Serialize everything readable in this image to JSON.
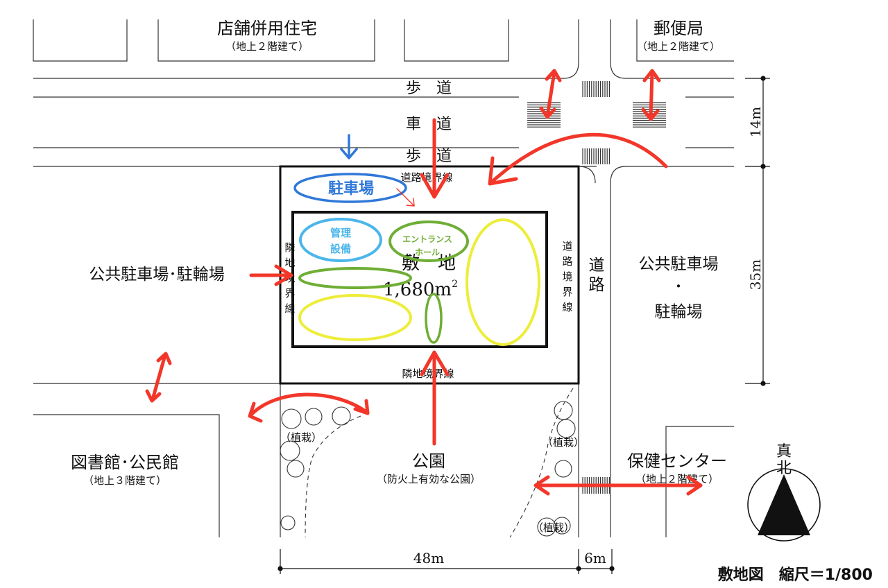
{
  "buildings": {
    "shop_house": {
      "name": "店舗併用住宅",
      "floors": "（地上２階建て）"
    },
    "post_office": {
      "name": "郵便局",
      "floors": "（地上２階建て）"
    },
    "library": {
      "name": "図書館･公民館",
      "floors": "（地上３階建て）"
    },
    "health_center": {
      "name": "保健センター",
      "floors": "（地上２階建て）"
    }
  },
  "road": {
    "sidewalk_top": "歩　道",
    "carriageway": "車　道",
    "sidewalk_bottom": "歩　道",
    "side_road": "道路"
  },
  "site": {
    "name": "敷　地",
    "area": "1,680m",
    "area_sup": "2",
    "road_boundary_top": "道路境界線",
    "road_boundary_right": "道路境界線",
    "neighbor_boundary_left": "隣地境界線",
    "neighbor_boundary_bottom": "隣地境界線"
  },
  "surroundings": {
    "public_parking_left": "公共駐車場･駐輪場",
    "public_parking_right_line1": "公共駐車場",
    "public_parking_right_dot": "・",
    "public_parking_right_line2": "駐輪場",
    "park_name": "公園",
    "park_note": "（防火上有効な公園）",
    "planting": "（植栽）"
  },
  "annotations": {
    "parking": "駐車場",
    "management_line1": "管理",
    "management_line2": "設備",
    "entrance_line1": "エントランス",
    "entrance_line2": "ホール"
  },
  "dimensions": {
    "road_width": "14m",
    "site_depth": "35m",
    "site_width": "48m",
    "side_road_width": "6m"
  },
  "north": {
    "line1": "真",
    "line2": "北"
  },
  "caption": "敷地図　縮尺＝1/800",
  "colors": {
    "red": "#f2372a",
    "blue": "#2f78d8",
    "light_blue": "#4bb6ea",
    "green": "#6fae35",
    "yellow": "#eded3a"
  }
}
